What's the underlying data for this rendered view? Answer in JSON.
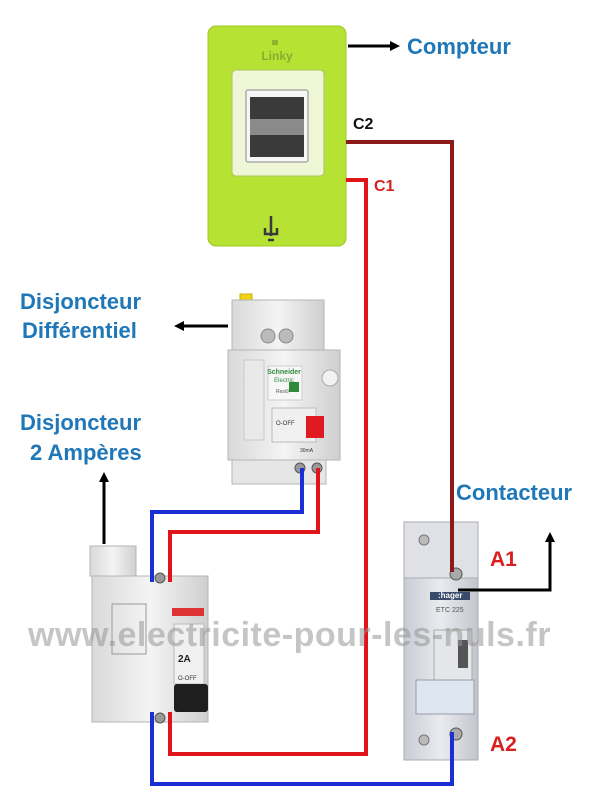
{
  "labels": {
    "compteur": "Compteur",
    "disj_diff_1": "Disjoncteur",
    "disj_diff_2": "Différentiel",
    "disj_2a_1": "Disjoncteur",
    "disj_2a_2": "2 Ampères",
    "contacteur": "Contacteur"
  },
  "terminals": {
    "c1": "C1",
    "c2": "C2",
    "a1": "A1",
    "a2": "A2"
  },
  "devices": {
    "linky_brand": "Linky",
    "schneider_brand": "Schneider",
    "schneider_sub": "Electric",
    "diff_model": "Resi9",
    "diff_off": "O-OFF",
    "diff_rating": "30mA",
    "breaker_rating": "2A",
    "breaker_off": "O-OFF",
    "hager_brand": ":hager",
    "hager_model": "ETC 225"
  },
  "watermark": "www.electricite-pour-les-nuls.fr",
  "colors": {
    "label_blue": "#1f77b8",
    "wire_red": "#e0141b",
    "wire_darkred": "#8b1a1a",
    "wire_blue": "#1a2fd6",
    "linky_green": "#b6e234",
    "terminal_red": "#d91f1f"
  }
}
